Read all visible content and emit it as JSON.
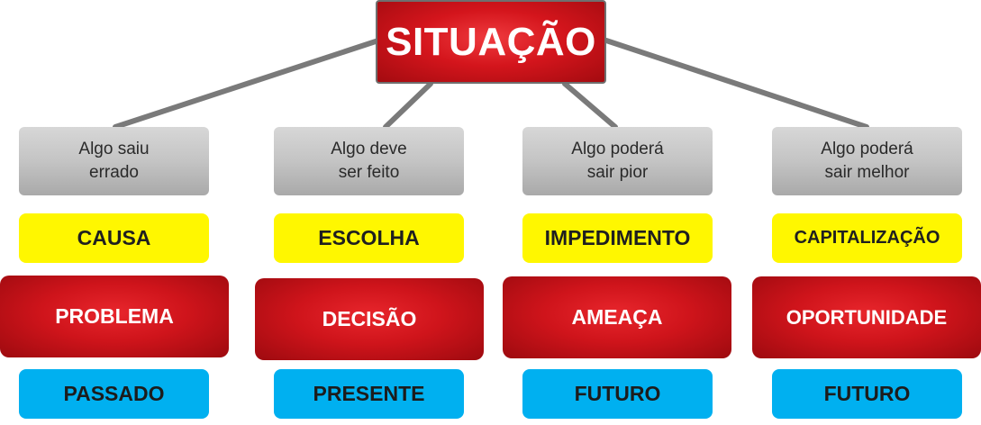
{
  "root": {
    "label": "SITUAÇÃO"
  },
  "columns": [
    {
      "question_line1": "Algo saiu",
      "question_line2": "errado",
      "cause": "CAUSA",
      "state": "PROBLEMA",
      "time": "PASSADO"
    },
    {
      "question_line1": "Algo deve",
      "question_line2": "ser feito",
      "cause": "ESCOLHA",
      "state": "DECISÃO",
      "time": "PRESENTE"
    },
    {
      "question_line1": "Algo poderá",
      "question_line2": "sair pior",
      "cause": "IMPEDIMENTO",
      "state": "AMEAÇA",
      "time": "FUTURO"
    },
    {
      "question_line1": "Algo poderá",
      "question_line2": "sair melhor",
      "cause": "CAPITALIZAÇÃO",
      "state": "OPORTUNIDADE",
      "time": "FUTURO"
    }
  ],
  "colors": {
    "root_fill": "#d4151c",
    "gray_fill": "#c4c4c4",
    "yellow_fill": "#fff700",
    "red_fill": "#cf141b",
    "blue_fill": "#00b0f0",
    "connector": "#7a7a7a"
  }
}
